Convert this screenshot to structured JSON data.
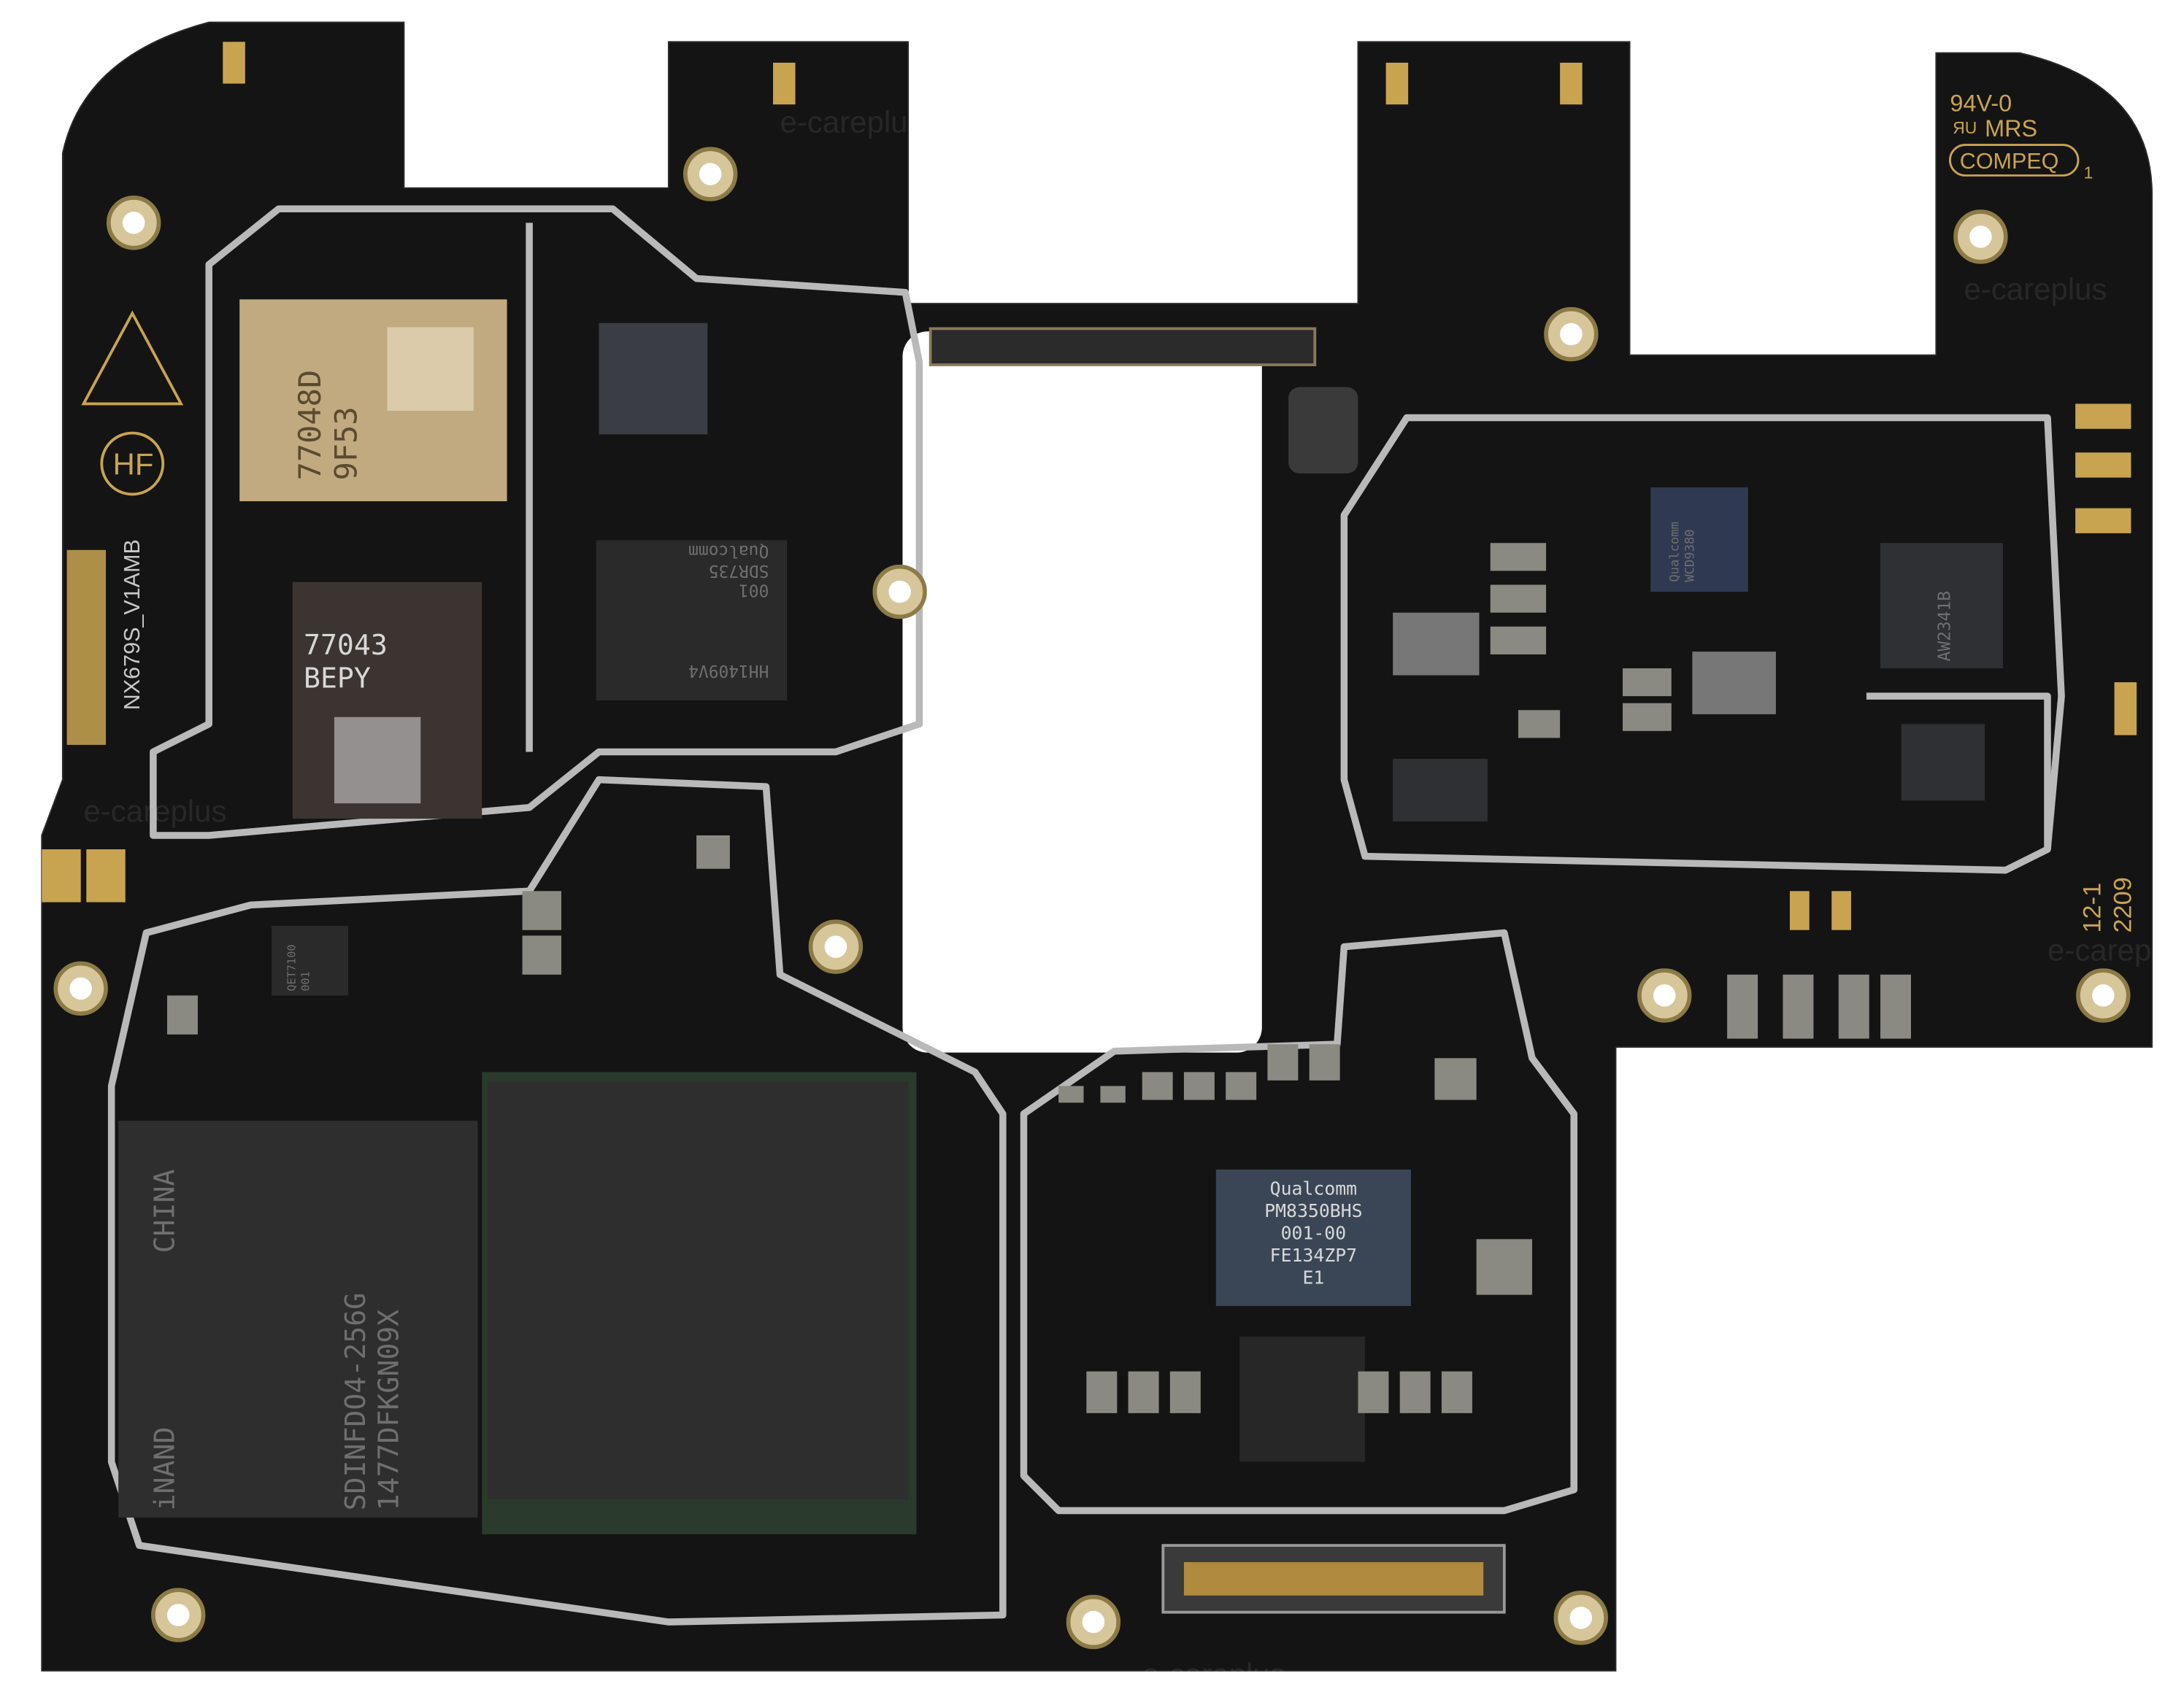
{
  "board": {
    "model_label": "NX679S_V1AMB",
    "logo_hf": "HF",
    "date_code": [
      "2209",
      "12-1"
    ],
    "manufacturer_marks": {
      "rating": "94V-0",
      "ul_mrs": "MRS",
      "maker": "COMPEQ",
      "layer": "1"
    },
    "watermark": "e-careplus",
    "colors": {
      "solder_mask": "#141414",
      "shield": "#b9b9b9",
      "gold": "#c9a450",
      "background": "#ffffff"
    }
  },
  "chips": {
    "rf_module_gold": {
      "line1": "77048D",
      "line2": "9F53"
    },
    "rf_module_dark": {
      "line1": "77043",
      "line2": "BEPY"
    },
    "transceiver": {
      "line1": "Qualcomm",
      "line2": "SDR735",
      "line3": "001",
      "line4": "HH1409V4"
    },
    "pmic": {
      "line1": "Qualcomm",
      "line2": "PM8350BHS",
      "line3": "001-00",
      "line4": "FE134ZP7",
      "line5": "E1"
    },
    "storage": {
      "line1": "iNAND",
      "line2": "CHINA",
      "line3": "SDINFDO4-256G",
      "line4": "1477DFKGN09X"
    },
    "small_chip_tracker": {
      "line1": "QET7100",
      "line2": "001"
    },
    "audio_codec": {
      "line1": "Qualcomm",
      "line2": "WCD9380"
    },
    "driver_ic": {
      "line1": "AW2341B"
    }
  }
}
